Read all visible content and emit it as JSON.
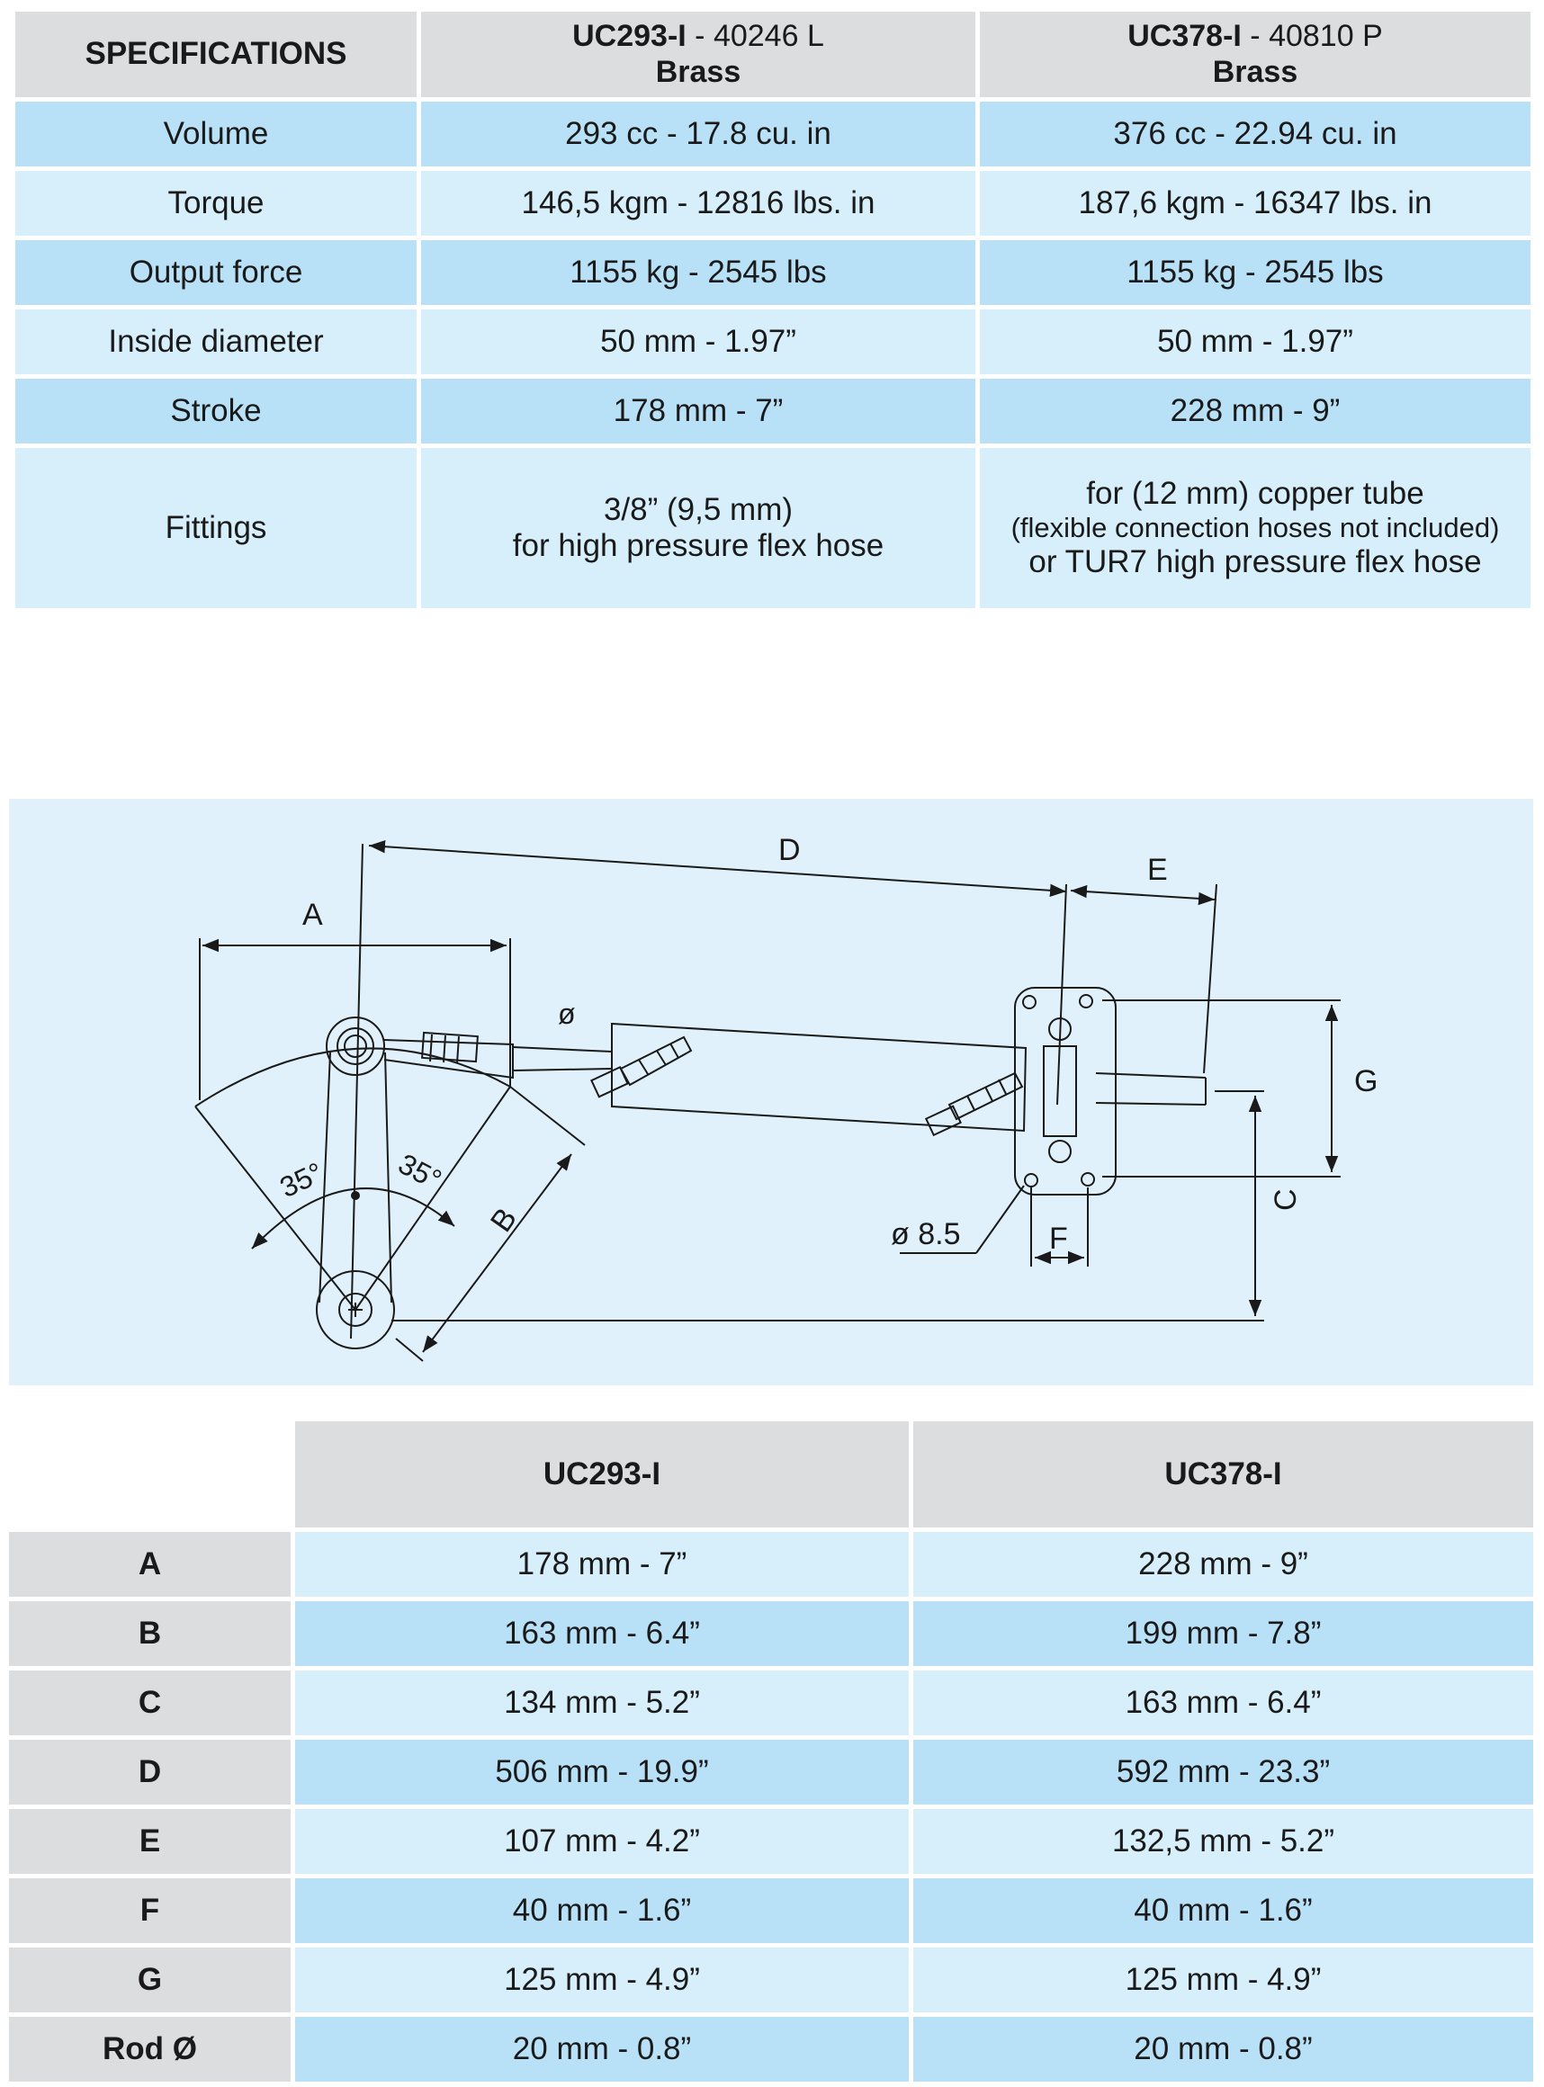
{
  "specs": {
    "header": {
      "label": "SPECIFICATIONS",
      "col1": {
        "model": "UC293-I",
        "code": " - 40246 L",
        "material": "Brass"
      },
      "col2": {
        "model": "UC378-I",
        "code": " - 40810 P",
        "material": "Brass"
      }
    },
    "rows": [
      {
        "label": "Volume",
        "v1": "293 cc - 17.8 cu. in",
        "v2": "376 cc - 22.94 cu. in"
      },
      {
        "label": "Torque",
        "v1": "146,5 kgm - 12816 lbs. in",
        "v2": "187,6 kgm - 16347 lbs. in"
      },
      {
        "label": "Output force",
        "v1": "1155 kg - 2545 lbs",
        "v2": "1155 kg - 2545 lbs"
      },
      {
        "label": "Inside diameter",
        "v1": "50 mm - 1.97”",
        "v2": "50 mm - 1.97”"
      },
      {
        "label": "Stroke",
        "v1": "178 mm - 7”",
        "v2": "228 mm - 9”"
      }
    ],
    "fittings": {
      "label": "Fittings",
      "v1_line1": "3/8” (9,5 mm)",
      "v1_line2": "for high pressure flex hose",
      "v2_line1": "for (12 mm) copper tube",
      "v2_line2": "(flexible connection hoses not included)",
      "v2_line3": "or TUR7 high pressure flex hose"
    }
  },
  "diagram": {
    "labels": {
      "A": "A",
      "B": "B",
      "C": "C",
      "D": "D",
      "E": "E",
      "F": "F",
      "G": "G",
      "rod": "ø",
      "hole": "ø 8.5",
      "angle_left": "35°",
      "angle_right": "35°"
    }
  },
  "dims": {
    "header": {
      "col1": "UC293-I",
      "col2": "UC378-I"
    },
    "rows": [
      {
        "label": "A",
        "v1": "178 mm - 7”",
        "v2": "228 mm - 9”"
      },
      {
        "label": "B",
        "v1": "163 mm - 6.4”",
        "v2": "199 mm - 7.8”"
      },
      {
        "label": "C",
        "v1": "134 mm - 5.2”",
        "v2": "163 mm - 6.4”"
      },
      {
        "label": "D",
        "v1": "506 mm - 19.9”",
        "v2": "592 mm - 23.3”"
      },
      {
        "label": "E",
        "v1": "107 mm - 4.2”",
        "v2": "132,5 mm - 5.2”"
      },
      {
        "label": "F",
        "v1": "40 mm - 1.6”",
        "v2": "40 mm - 1.6”"
      },
      {
        "label": "G",
        "v1": "125 mm - 4.9”",
        "v2": "125 mm - 4.9”"
      },
      {
        "label": "Rod Ø",
        "v1": "20 mm - 0.8”",
        "v2": "20 mm - 0.8”"
      }
    ]
  },
  "colors": {
    "row_dark": "#b8e1f7",
    "row_light": "#d6effb",
    "header_gray": "#dcdddf",
    "diagram_bg": "#e0f1fb"
  }
}
